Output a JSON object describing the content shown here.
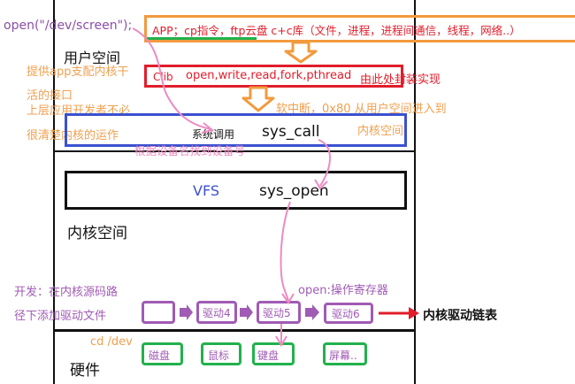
{
  "colors": {
    "orange": "#f29a3d",
    "red": "#e11d2a",
    "green": "#22b14c",
    "blue": "#3b51d0",
    "purple": "#a05bb4",
    "pink": "#ec8bc1",
    "black": "#111111"
  },
  "top_note": "open(\"/dev/screen\");",
  "user_space": {
    "label": "用户空间",
    "app_box": "APP；cp指令，ftp云盘    c+c库（文件，进程，进程间通信，线程，网络..）",
    "clib_box": {
      "prefix": "Clib",
      "calls": "open,write,read,fork,pthread",
      "suffix": "由此处封装实现"
    }
  },
  "left_notes": {
    "line1": "提供app支配内核干",
    "line2": "活的接口",
    "line3": "上层应用开发者不必",
    "line4": "很清楚内核的运作"
  },
  "soft_interrupt": "软中断，0x80  从用户空间进入到",
  "syscall_box": {
    "label_cn": "系统调用",
    "label": "sys_call",
    "tag": "内核空间"
  },
  "device_note": "根据设备名找到设备号",
  "vfs_box": {
    "left": "VFS",
    "right": "sys_open"
  },
  "kernel_space": {
    "label": "内核空间"
  },
  "dev_notes": {
    "line1": "开发：在内核源码路",
    "line2": "径下添加驱动文件"
  },
  "open_note": "open:操作寄存器",
  "drivers": [
    "",
    "驱动4",
    "驱动5",
    "驱动6"
  ],
  "driver_chain_label": "内核驱动链表",
  "hardware": {
    "label": "硬件",
    "cd": "cd /dev",
    "devices": [
      "磁盘",
      "鼠标",
      "键盘",
      "屏幕.."
    ]
  }
}
